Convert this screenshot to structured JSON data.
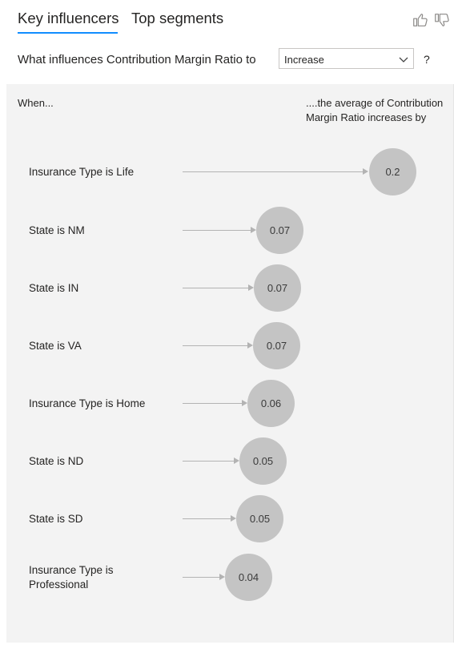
{
  "tabs": {
    "active": "Key influencers",
    "inactive": "Top segments"
  },
  "feedback": {
    "like_icon": "thumbs-up-icon",
    "dislike_icon": "thumbs-down-icon"
  },
  "question": {
    "text": "What influences Contribution Margin Ratio to",
    "dropdown_value": "Increase",
    "help": "?"
  },
  "panel": {
    "when_label": "When...",
    "avg_label": "....the average of Contribution Margin Ratio increases by"
  },
  "influencers": [
    {
      "label": "Insurance Type is Life",
      "value": "0.2"
    },
    {
      "label": "State is NM",
      "value": "0.07"
    },
    {
      "label": "State is IN",
      "value": "0.07"
    },
    {
      "label": "State is VA",
      "value": "0.07"
    },
    {
      "label": "Insurance Type is Home",
      "value": "0.06"
    },
    {
      "label": "State is ND",
      "value": "0.05"
    },
    {
      "label": "State is SD",
      "value": "0.05"
    },
    {
      "label": "Insurance Type is Professional",
      "value": "0.04"
    }
  ],
  "colors": {
    "accent": "#118dff",
    "bubble": "#c4c4c4",
    "panel_bg": "#f3f3f3"
  }
}
